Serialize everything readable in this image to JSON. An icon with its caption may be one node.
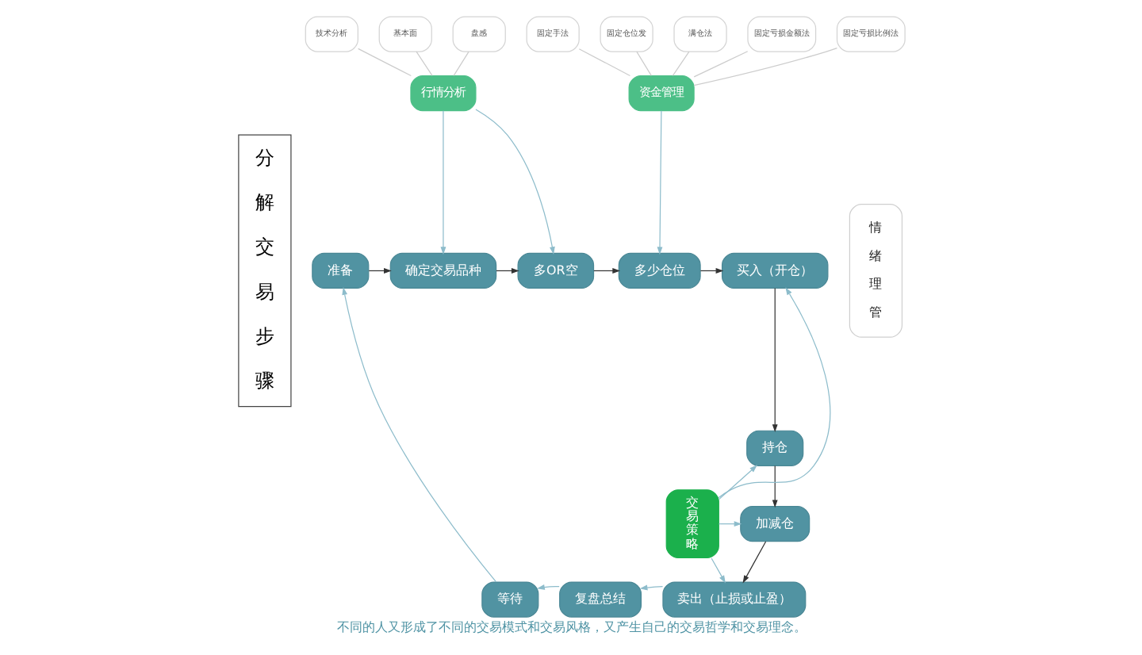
{
  "diagram": {
    "caption": "不同的人又形成了不同的交易模式和交易风格，又产生自己的交易哲学和交易理念。",
    "nodes": [
      {
        "text": [
          "分解交易步骤"
        ]
      },
      {
        "text": [
          "基本面"
        ]
      },
      {
        "text": [
          "技术分析"
        ]
      },
      {
        "text": [
          "盘感"
        ]
      },
      {
        "text": [
          "行情分析"
        ]
      },
      {
        "text": [
          "满仓法"
        ]
      },
      {
        "text": [
          "固定仓位发"
        ]
      },
      {
        "text": [
          "固定亏损金额法"
        ]
      },
      {
        "text": [
          "固定手法"
        ]
      },
      {
        "text": [
          "固定亏损比例法"
        ]
      },
      {
        "text": [
          "资金管理"
        ]
      },
      {
        "text": [
          "准备"
        ]
      },
      {
        "text": [
          "确定交易品种"
        ]
      },
      {
        "text": [
          "多OR空"
        ]
      },
      {
        "text": [
          "多少仓位"
        ]
      },
      {
        "text": [
          "买入（开仓）"
        ]
      },
      {
        "text": [
          "情绪理管"
        ]
      },
      {
        "text": [
          "持仓"
        ]
      },
      {
        "text": [
          "交易策略"
        ]
      },
      {
        "text": [
          "加减仓"
        ]
      },
      {
        "text": [
          "等待"
        ]
      },
      {
        "text": [
          "复盘总结"
        ]
      },
      {
        "text": [
          "卖出（止损或止盈）"
        ]
      }
    ],
    "edges": [
      {
        "from": 2,
        "to": 4,
        "arrow": "none",
        "color": "#cccccc"
      },
      {
        "from": 1,
        "to": 4,
        "arrow": "none",
        "color": "#cccccc"
      },
      {
        "from": 3,
        "to": 4,
        "arrow": "none",
        "color": "#cccccc"
      },
      {
        "from": 8,
        "to": 10,
        "arrow": "none",
        "color": "#cccccc"
      },
      {
        "from": 6,
        "to": 10,
        "arrow": "none",
        "color": "#cccccc"
      },
      {
        "from": 5,
        "to": 10,
        "arrow": "none",
        "color": "#cccccc"
      },
      {
        "from": 7,
        "to": 10,
        "arrow": "none",
        "color": "#cccccc"
      },
      {
        "from": 9,
        "to": 10,
        "arrow": "none",
        "color": "#cccccc"
      },
      {
        "from": 4,
        "to": 12,
        "arrow": "to"
      },
      {
        "from": 4,
        "to": 13,
        "arrow": "to"
      },
      {
        "from": 10,
        "to": 14,
        "arrow": "to"
      },
      {
        "from": 11,
        "to": 12,
        "arrow": "to",
        "color": "#333333"
      },
      {
        "from": 12,
        "to": 13,
        "arrow": "to",
        "color": "#333333"
      },
      {
        "from": 13,
        "to": 14,
        "arrow": "to",
        "color": "#333333"
      },
      {
        "from": 14,
        "to": 15,
        "arrow": "to",
        "color": "#333333"
      },
      {
        "from": 15,
        "to": 17,
        "arrow": "to",
        "color": "#333333"
      },
      {
        "from": 17,
        "to": 19,
        "arrow": "to",
        "color": "#333333"
      },
      {
        "from": 19,
        "to": 22,
        "arrow": "to",
        "color": "#333333"
      },
      {
        "from": 18,
        "to": 15,
        "arrow": "to"
      },
      {
        "from": 18,
        "to": 17,
        "arrow": "to"
      },
      {
        "from": 18,
        "to": 19,
        "arrow": "to"
      },
      {
        "from": 18,
        "to": 22,
        "arrow": "to"
      },
      {
        "from": 22,
        "to": 21,
        "arrow": "to"
      },
      {
        "from": 21,
        "to": 20,
        "arrow": "to"
      },
      {
        "from": 20,
        "to": 11,
        "arrow": "to"
      }
    ]
  }
}
